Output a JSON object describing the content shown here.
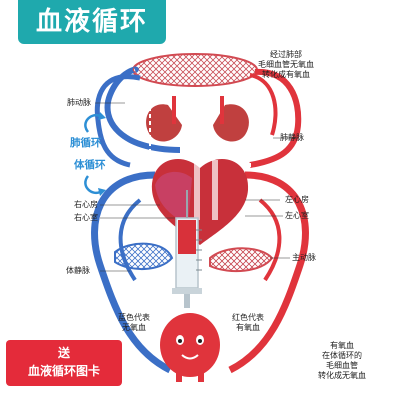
{
  "header": {
    "title": "血液循环"
  },
  "labels": {
    "pulmonary_capillary_note": [
      "经过肺部",
      "毛细血管无氧血",
      "转化成有氧血"
    ],
    "pulmonary_artery": "肺动脉",
    "pulmonary_vein": "肺静脉",
    "pulmonary_circulation": "肺循环",
    "systemic_circulation": "体循环",
    "left_atrium": "左心房",
    "left_ventricle": "左心室",
    "right_atrium": "右心房",
    "right_ventricle": "右心室",
    "aorta": "主动脉",
    "vena_cava": "体静脉",
    "blue_meaning": [
      "蓝色代表",
      "无氧血"
    ],
    "red_meaning": [
      "红色代表",
      "有氧血"
    ],
    "systemic_capillary_note": [
      "有氧血",
      "在体循环的",
      "毛细血管",
      "转化成无氧血"
    ]
  },
  "promo": {
    "line1": "送",
    "line2": "血液循环图卡"
  },
  "colors": {
    "banner": "#1fa9ad",
    "artery_red": "#e0343c",
    "vein_blue": "#3b6fc6",
    "promo_red": "#e42b3a"
  }
}
